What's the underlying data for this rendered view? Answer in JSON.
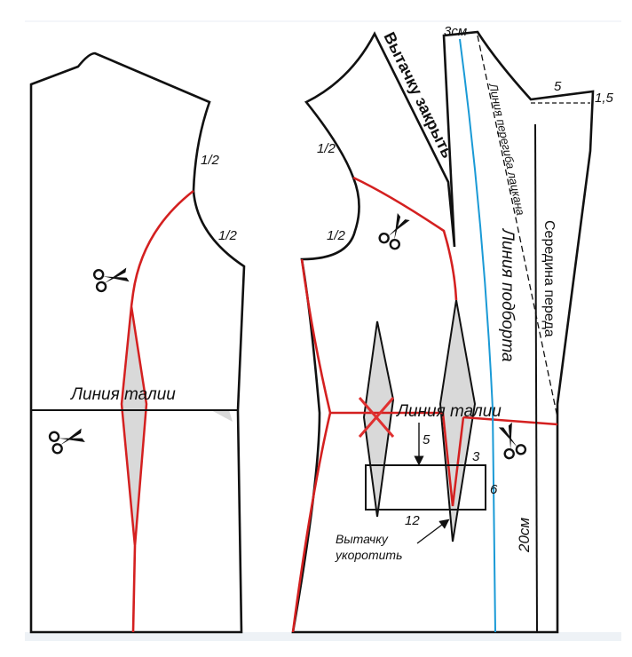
{
  "labels": {
    "waist_line_back": "Линия талии",
    "waist_line_front": "Линия талии",
    "close_dart": "Вытачку закрыть",
    "facing_line": "Линия подборта",
    "lapel_fold_line": "Линия перегиба лацкана",
    "center_front": "Середина переда",
    "shorten_dart_1": "Вытачку",
    "shorten_dart_2": "укоротить",
    "half_1": "1/2",
    "half_2": "1/2",
    "half_3": "1/2",
    "half_4": "1/2",
    "m_3cm": "3см",
    "m_5_top": "5",
    "m_1_5": "1,5",
    "m_5_mid": "5",
    "m_3": "3",
    "m_6": "6",
    "m_12": "12",
    "m_20cm": "20см"
  },
  "colors": {
    "outline": "#111111",
    "cut_line": "#d42020",
    "facing": "#1a9ad6",
    "dart_fill": "#d9d9d9",
    "cross": "#e03030"
  },
  "icons": [
    "scissors-icon",
    "scissors-icon",
    "scissors-icon",
    "scissors-icon"
  ]
}
